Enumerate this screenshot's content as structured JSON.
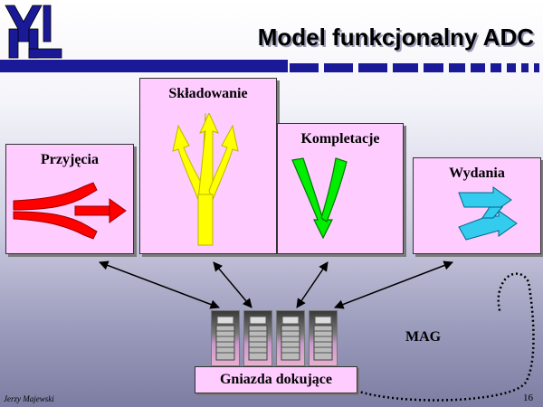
{
  "slide": {
    "title": "Model funkcjonalny ADC",
    "author": "Jerzy Majewski",
    "page_number": "16"
  },
  "stages": {
    "przyjecia": {
      "label": "Przyjęcia",
      "arrow_color": "#ff0000"
    },
    "skladowanie": {
      "label": "Składowanie",
      "arrow_color": "#ffff00"
    },
    "kompletacje": {
      "label": "Kompletacje",
      "arrow_color": "#00ee00"
    },
    "wydania": {
      "label": "Wydania",
      "arrow_color": "#33ccee"
    }
  },
  "dock": {
    "label": "Gniazda dokujące",
    "device_count": 4
  },
  "mag_label": "MAG",
  "colors": {
    "box_fill": "#ffccff",
    "stripe": "#1a1a99",
    "logo": "#1a1a99"
  },
  "icons": [
    "logo-icon",
    "merge-arrow-icon",
    "trident-arrow-icon",
    "converge-arrow-icon",
    "zigzag-arrow-icon",
    "dock-device-icon"
  ]
}
